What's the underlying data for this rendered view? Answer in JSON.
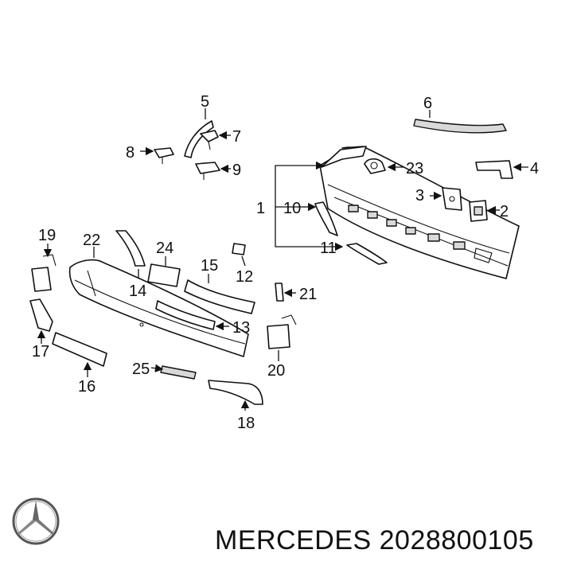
{
  "callouts": {
    "c1": "1",
    "c2": "2",
    "c3": "3",
    "c4": "4",
    "c5": "5",
    "c6": "6",
    "c7": "7",
    "c8": "8",
    "c9": "9",
    "c10": "10",
    "c11": "11",
    "c12": "12",
    "c13": "13",
    "c14": "14",
    "c15": "15",
    "c16": "16",
    "c17": "17",
    "c18": "18",
    "c19": "19",
    "c20": "20",
    "c21": "21",
    "c22": "22",
    "c23": "23",
    "c24": "24",
    "c25": "25"
  },
  "caption": "MERCEDES 2028800105",
  "logo_icon": "mercedes-star-icon"
}
